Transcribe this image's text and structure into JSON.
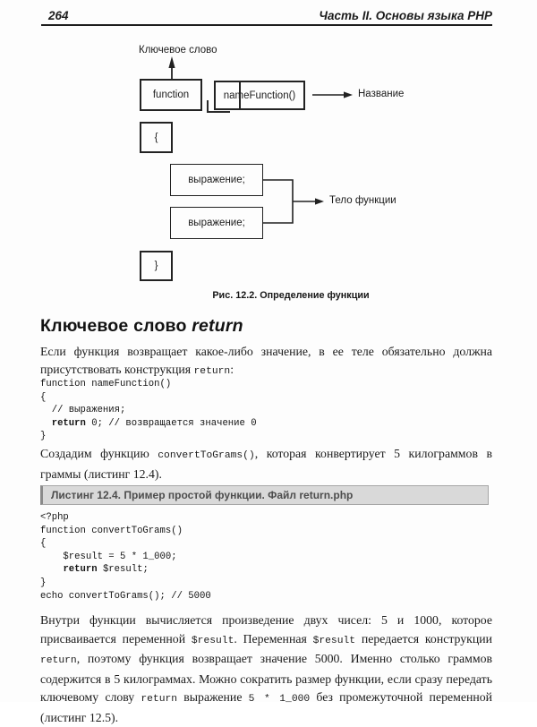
{
  "colors": {
    "text": "#1c1c1c",
    "page_bg": "#fdfdfd",
    "listing_bar_bg": "#d9d9d9",
    "listing_bar_border": "#a6a6a6",
    "listing_bar_text": "#4d4d4d",
    "rule": "#1d1d1d"
  },
  "header": {
    "page_number": "264",
    "title": "Часть II. Основы языка PHP"
  },
  "figure": {
    "keyword_label": "Ключевое слово",
    "function_box": "function",
    "name_box": "nameFunction()",
    "name_label": "Название",
    "open_brace_box": "{",
    "expression_box_1": "выражение;",
    "expression_box_2": "выражение;",
    "body_label": "Тело функции",
    "close_brace_box": "}",
    "caption": "Рис. 12.2. Определение функции"
  },
  "section": {
    "heading_text": "Ключевое слово ",
    "heading_keyword": "return"
  },
  "p1": {
    "r1": "Если функция возвращает какое-либо значение, в ее теле обязательно должна присутствовать конструкция ",
    "c1": "return",
    "r2": ":"
  },
  "code1": {
    "l1": "function nameFunction()",
    "l2": "{",
    "l3": "  // выражения;",
    "l4_indent": "  ",
    "l4_kw": "return",
    "l4_rest": " 0; // возвращается значение 0",
    "l5": "}"
  },
  "p2": {
    "r1": "Создадим функцию ",
    "c1": "convertToGrams()",
    "r2": ", которая конвертирует 5 килограммов в граммы (листинг 12.4)."
  },
  "listing": {
    "title": "Листинг 12.4. Пример простой функции. Файл return.php"
  },
  "code2": {
    "l1": "<?php",
    "l2": "function convertToGrams()",
    "l3": "{",
    "l4": "    $result = 5 * 1_000;",
    "l5_indent": "    ",
    "l5_kw": "return",
    "l5_rest": " $result;",
    "l6": "}",
    "l7": "echo convertToGrams(); // 5000"
  },
  "p3": {
    "r1": "Внутри функции вычисляется произведение двух чисел: 5 и 1000, которое присваивается переменной ",
    "c1": "$result",
    "r2": ". Переменная ",
    "c2": "$result",
    "r3": " передается конструкции ",
    "c3": "return",
    "r4": ", поэтому функция возвращает значение 5000. Именно столько граммов содержится в 5 килограммах. Можно сократить размер функции, если сразу передать ключевому слову ",
    "c4": "return",
    "r5": " выражение ",
    "c5": "5 * 1_000",
    "r6": " без промежуточной переменной (листинг 12.5)."
  }
}
